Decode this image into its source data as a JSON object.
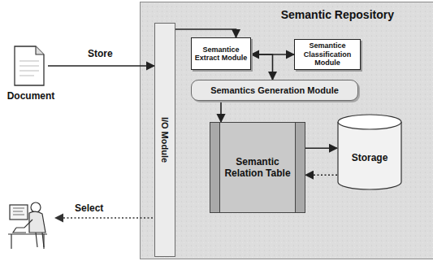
{
  "diagram": {
    "nodes": [
      {
        "text": [
          "Document"
        ]
      },
      {
        "text": [
          "Semantic Repository"
        ]
      },
      {
        "text": [
          "I/O Module"
        ],
        "in": 1
      },
      {
        "text": [
          "Semantice Extract Module"
        ],
        "in": 1
      },
      {
        "text": [
          "Semantice Classification Module"
        ],
        "in": 1
      },
      {
        "text": [
          "Semantics Generation Module"
        ],
        "in": 1
      },
      {
        "text": [
          "Semantic Relation Table"
        ],
        "in": 1
      },
      {
        "text": [
          "Storage"
        ],
        "in": 1
      }
    ],
    "edges": [
      {
        "from": 0,
        "to": 2,
        "arrow": "to",
        "label": "Store"
      },
      {
        "from": 2,
        "to": 3,
        "arrow": "to"
      },
      {
        "from": 3,
        "to": 4,
        "arrow": "both"
      },
      {
        "from": 3,
        "to": 5,
        "arrow": "to"
      },
      {
        "from": 5,
        "to": 6,
        "arrow": "to"
      },
      {
        "from": 6,
        "to": 7,
        "arrow": "to"
      },
      {
        "from": 7,
        "to": 6,
        "arrow": "to"
      }
    ],
    "labels": [
      "Select"
    ]
  }
}
